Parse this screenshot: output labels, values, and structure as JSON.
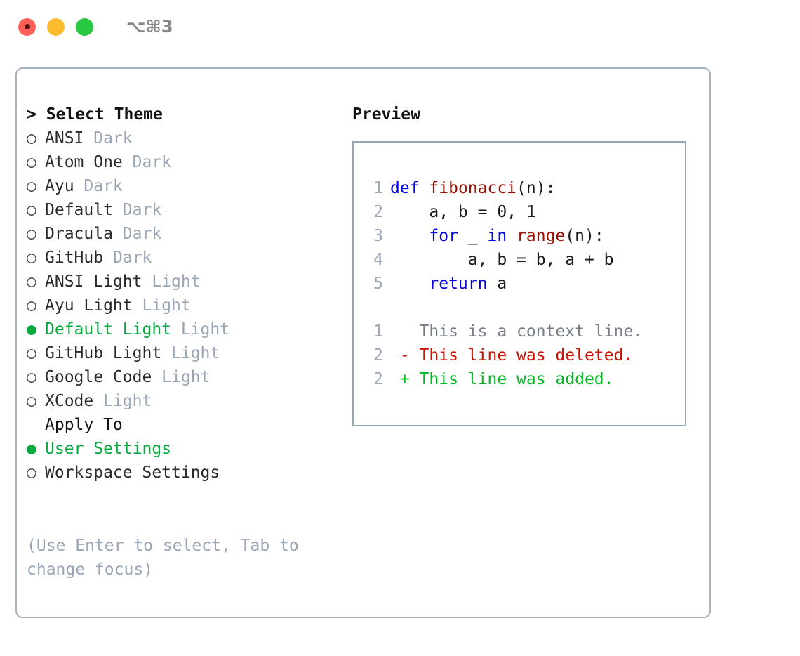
{
  "titlebar": {
    "shortcut": "⌥⌘3",
    "buttons": [
      {
        "name": "close",
        "color": "#ff5f57"
      },
      {
        "name": "minimize",
        "color": "#febc2e"
      },
      {
        "name": "maximize",
        "color": "#28c840"
      }
    ]
  },
  "theme_list": {
    "header": "> Select Theme",
    "selected_marker": "●",
    "unselected_marker": "○",
    "items": [
      {
        "marker": "○",
        "name": "ANSI",
        "kind": "Dark",
        "selected": false
      },
      {
        "marker": "○",
        "name": "Atom One",
        "kind": "Dark",
        "selected": false
      },
      {
        "marker": "○",
        "name": "Ayu",
        "kind": "Dark",
        "selected": false
      },
      {
        "marker": "○",
        "name": "Default",
        "kind": "Dark",
        "selected": false
      },
      {
        "marker": "○",
        "name": "Dracula",
        "kind": "Dark",
        "selected": false
      },
      {
        "marker": "○",
        "name": "GitHub",
        "kind": "Dark",
        "selected": false
      },
      {
        "marker": "○",
        "name": "ANSI Light",
        "kind": "Light",
        "selected": false
      },
      {
        "marker": "○",
        "name": "Ayu Light",
        "kind": "Light",
        "selected": false
      },
      {
        "marker": "●",
        "name": "Default Light",
        "kind": "Light",
        "selected": true
      },
      {
        "marker": "○",
        "name": "GitHub Light",
        "kind": "Light",
        "selected": false
      },
      {
        "marker": "○",
        "name": "Google Code",
        "kind": "Light",
        "selected": false
      },
      {
        "marker": "○",
        "name": "XCode",
        "kind": "Light",
        "selected": false
      }
    ]
  },
  "apply_to": {
    "title": "Apply To",
    "items": [
      {
        "marker": "●",
        "label": "User Settings",
        "selected": true
      },
      {
        "marker": "○",
        "label": "Workspace Settings",
        "selected": false
      }
    ]
  },
  "hint": "(Use Enter to select, Tab to change focus)",
  "preview": {
    "header": "Preview",
    "code_lines": [
      {
        "no": "1",
        "tokens": [
          {
            "t": "def",
            "c": "kw"
          },
          {
            "t": " ",
            "c": "plain"
          },
          {
            "t": "fibonacci",
            "c": "fn"
          },
          {
            "t": "(n):",
            "c": "plain"
          }
        ]
      },
      {
        "no": "2",
        "tokens": [
          {
            "t": "    a, b = 0, 1",
            "c": "plain"
          }
        ]
      },
      {
        "no": "3",
        "tokens": [
          {
            "t": "    ",
            "c": "plain"
          },
          {
            "t": "for",
            "c": "kw"
          },
          {
            "t": " _ ",
            "c": "plain"
          },
          {
            "t": "in",
            "c": "kw"
          },
          {
            "t": " ",
            "c": "plain"
          },
          {
            "t": "range",
            "c": "fn"
          },
          {
            "t": "(n):",
            "c": "plain"
          }
        ]
      },
      {
        "no": "4",
        "tokens": [
          {
            "t": "        a, b = b, a + b",
            "c": "plain"
          }
        ]
      },
      {
        "no": "5",
        "tokens": [
          {
            "t": "    ",
            "c": "plain"
          },
          {
            "t": "return",
            "c": "kw"
          },
          {
            "t": " a",
            "c": "plain"
          }
        ]
      }
    ],
    "diff_lines": [
      {
        "no": "1",
        "sign": "  ",
        "text": "This is a context line.",
        "cls": "diff-context"
      },
      {
        "no": "2",
        "sign": "- ",
        "text": "This line was deleted.",
        "cls": "diff-del"
      },
      {
        "no": "2",
        "sign": "+ ",
        "text": "This line was added.",
        "cls": "diff-add"
      }
    ]
  },
  "colors": {
    "selected_green": "#09a93f",
    "muted_gray": "#9aa5b5",
    "border": "#aab2bd",
    "preview_border": "#98a3b3",
    "keyword_blue": "#0000e0",
    "function_red": "#991100",
    "diff_delete_red": "#cc1100",
    "diff_add_green": "#00b81f"
  }
}
